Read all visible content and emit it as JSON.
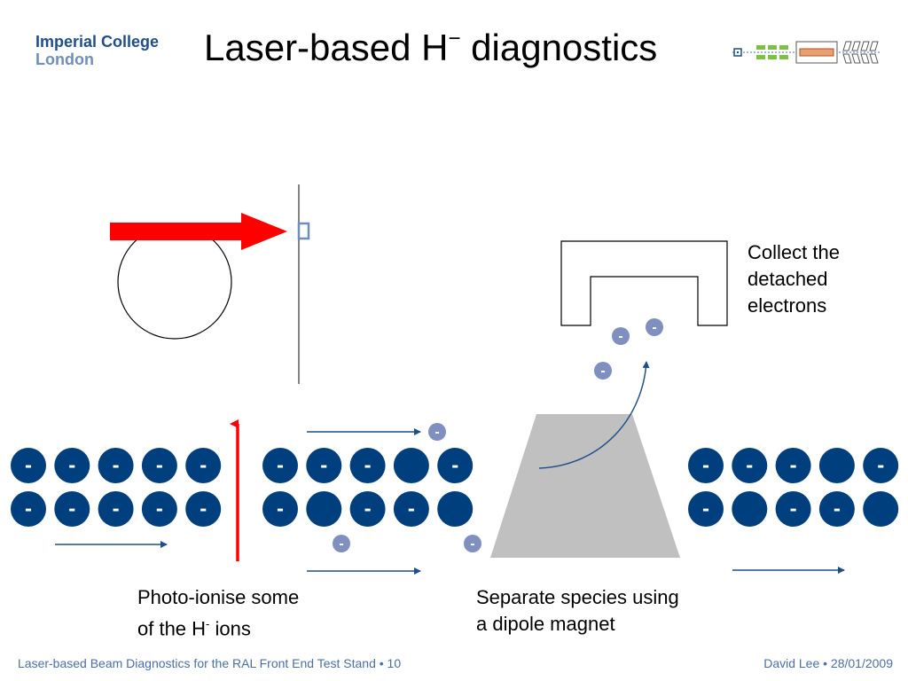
{
  "logo": {
    "line1": "Imperial College",
    "line2": "London"
  },
  "title": {
    "main": "Laser-based H",
    "superscript": "−",
    "rest": " diagnostics"
  },
  "captions": {
    "collect": [
      "Collect the",
      "detached",
      "electrons"
    ],
    "photoionise": {
      "line1": "Photo-ionise some",
      "line2_pre": "of the H",
      "line2_sup": "-",
      "line2_post": " ions"
    },
    "separate": [
      "Separate species using",
      "a dipole magnet"
    ]
  },
  "charge_symbol": "-",
  "footer": {
    "left": "Laser-based Beam Diagnostics for the RAL Front End Test Stand • 10",
    "right": "David Lee • 28/01/2009"
  },
  "colors": {
    "ion": "#003f7d",
    "electron": "#7f8fbf",
    "laser": "#ff0000",
    "magnet": "#c0c0c0",
    "beam_arrow": "#1f4f8b",
    "logo": "#1f4f8b"
  },
  "groups": [
    {
      "name": "incoming-beam",
      "rows": [
        [
          1,
          1,
          1,
          1,
          1
        ],
        [
          1,
          1,
          1,
          1,
          1
        ]
      ]
    },
    {
      "name": "ionised-beam",
      "rows": [
        [
          1,
          1,
          1,
          0,
          1
        ],
        [
          1,
          0,
          1,
          1,
          0
        ]
      ]
    },
    {
      "name": "outgoing-beam",
      "rows": [
        [
          1,
          1,
          1,
          0,
          1
        ],
        [
          1,
          0,
          1,
          1,
          0
        ]
      ]
    }
  ]
}
